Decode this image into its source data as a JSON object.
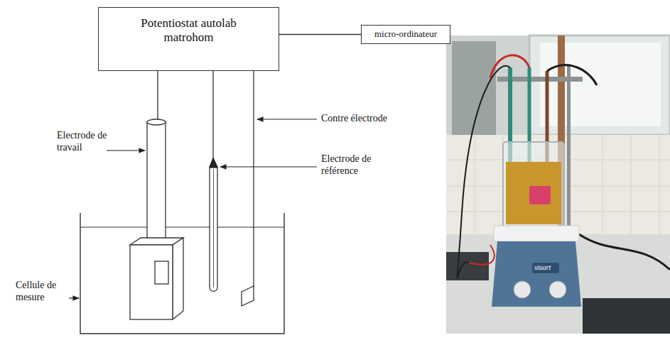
{
  "diagram": {
    "nodes": [
      {
        "text": [
          "Potentiostat autolab matrohom"
        ]
      },
      {
        "text": [
          "micro-ordinateur"
        ]
      }
    ],
    "edges": [
      {
        "from": 0,
        "to": 1,
        "arrow": "none"
      }
    ],
    "labels": [
      "Contre électrode",
      "Electrode de travail",
      "Electrode de référence",
      "Cellule de mesure",
      "stuart"
    ]
  }
}
